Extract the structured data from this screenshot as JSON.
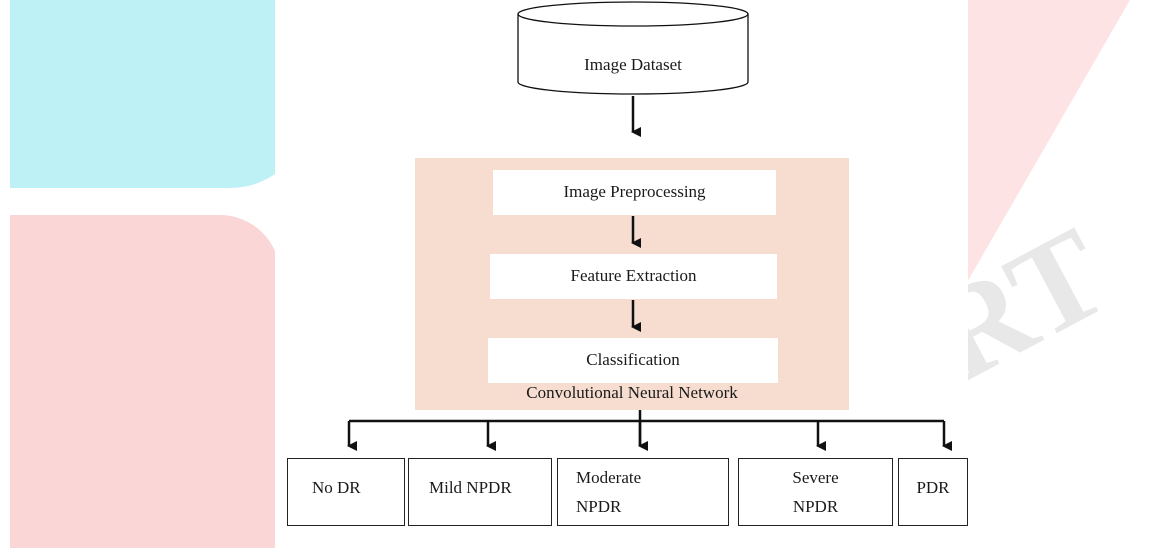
{
  "watermark": {
    "text": "RT",
    "colors": {
      "cyan": "#bdf1f6",
      "red": "#fbd6d6",
      "orange": "#fde6d8"
    }
  },
  "diagram": {
    "dataset": "Image Dataset",
    "stages": [
      "Image Preprocessing",
      "Feature Extraction",
      "Classification"
    ],
    "group_label": "Convolutional Neural Network",
    "outputs": [
      {
        "line1": "No DR",
        "line2": ""
      },
      {
        "line1": "Mild NPDR",
        "line2": ""
      },
      {
        "line1": "Moderate",
        "line2": "NPDR"
      },
      {
        "line1": "Severe",
        "line2": "NPDR"
      },
      {
        "line1": "PDR",
        "line2": ""
      }
    ],
    "colors": {
      "group_fill": "#f6ddd0",
      "line": "#111111"
    }
  }
}
